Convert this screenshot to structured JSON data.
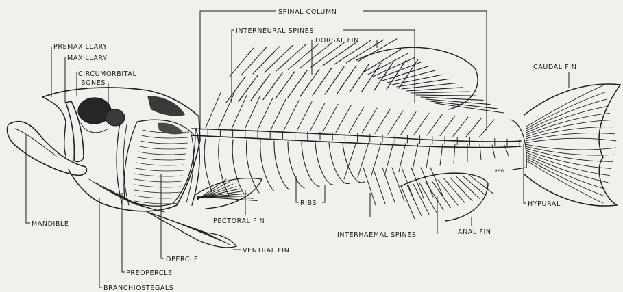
{
  "figure": {
    "labels": {
      "spinal_column": "SPINAL COLUMN",
      "interneural_spines": "INTERNEURAL SPINES",
      "dorsal_fin": "DORSAL FIN",
      "caudal_fin": "CAUDAL FIN",
      "premaxillary": "PREMAXILLARY",
      "maxillary": "MAXILLARY",
      "circumorbital_1": "CIRCUMORBITAL",
      "circumorbital_2": "BONES",
      "mandible": "MANDIBLE",
      "ribs": "RIBS",
      "pectoral_fin": "PECTORAL FIN",
      "ventral_fin": "VENTRAL FIN",
      "opercle": "OPERCLE",
      "preopercle": "PREOPERCLE",
      "branchiostegals": "BRANCHIOSTEGALS",
      "interhaemal_spines": "INTERHAEMAL SPINES",
      "anal_fin": "ANAL FIN",
      "hypural": "HYPURAL",
      "signature": "RSG"
    },
    "ink_color": "#1b1b1b",
    "paper_color": "#f1f0ec"
  }
}
